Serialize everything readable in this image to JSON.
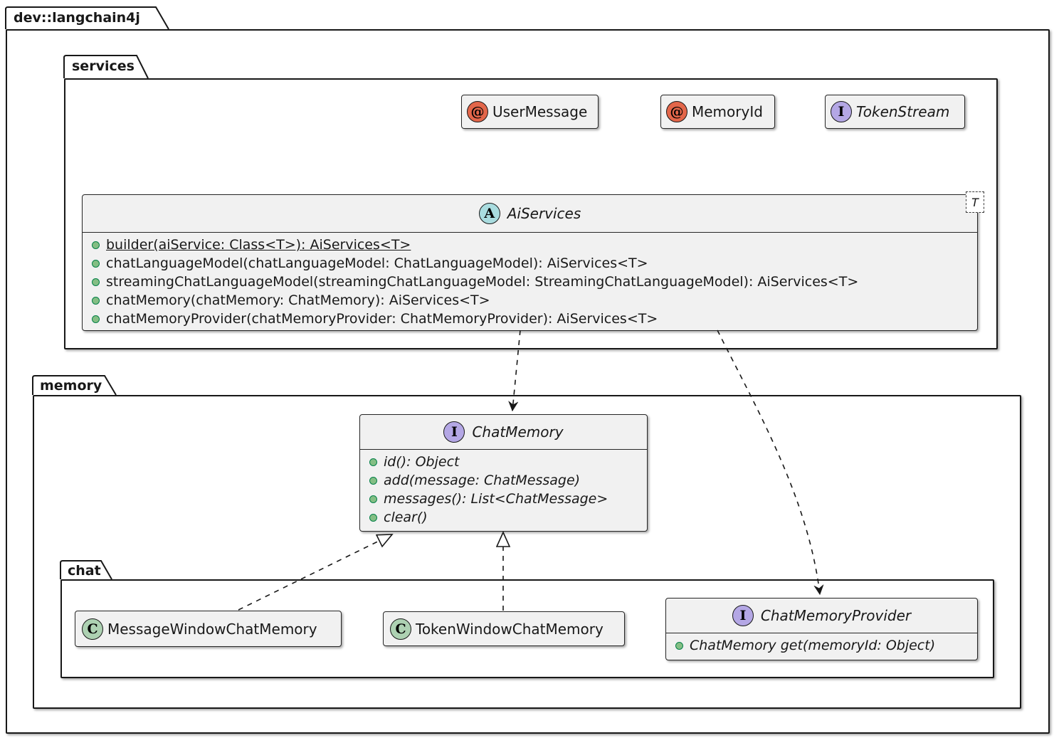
{
  "colors": {
    "background": "#ffffff",
    "box_fill": "#f1f1f1",
    "border": "#181818",
    "annotation_circle": "#e3664a",
    "abstract_circle": "#a9dcdf",
    "interface_circle": "#b4a7e5",
    "class_circle": "#add1b2",
    "public_method_dot": "#84be84"
  },
  "packages": {
    "root": {
      "label": "dev::langchain4j"
    },
    "services": {
      "label": "services"
    },
    "memory": {
      "label": "memory"
    },
    "chat": {
      "label": "chat"
    }
  },
  "annotations": [
    {
      "icon": "@",
      "name": "UserMessage"
    },
    {
      "icon": "@",
      "name": "MemoryId"
    },
    {
      "icon": "I",
      "name": "TokenStream"
    }
  ],
  "ai_services": {
    "icon": "A",
    "title": "AiServices",
    "generic_type": "T",
    "methods": [
      "builder(aiService: Class<T>): AiServices<T>",
      "chatLanguageModel(chatLanguageModel: ChatLanguageModel): AiServices<T>",
      "streamingChatLanguageModel(streamingChatLanguageModel: StreamingChatLanguageModel): AiServices<T>",
      "chatMemory(chatMemory: ChatMemory): AiServices<T>",
      "chatMemoryProvider(chatMemoryProvider: ChatMemoryProvider): AiServices<T>"
    ]
  },
  "chat_memory": {
    "icon": "I",
    "title": "ChatMemory",
    "methods": [
      "id(): Object",
      "add(message: ChatMessage)",
      "messages(): List<ChatMessage>",
      "clear()"
    ]
  },
  "chat_classes": [
    {
      "icon": "C",
      "title": "MessageWindowChatMemory"
    },
    {
      "icon": "C",
      "title": "TokenWindowChatMemory"
    }
  ],
  "chat_memory_provider": {
    "icon": "I",
    "title": "ChatMemoryProvider",
    "methods": [
      "ChatMemory get(memoryId: Object)"
    ]
  }
}
